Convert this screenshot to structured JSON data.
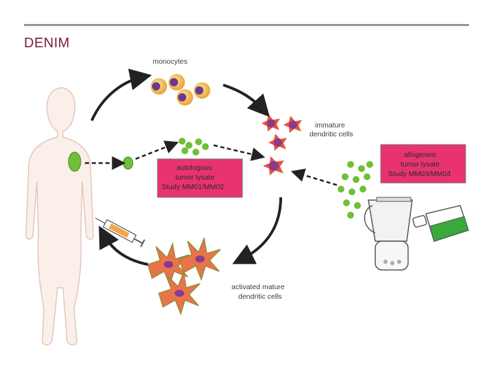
{
  "header": {
    "title": "DENIM"
  },
  "labels": {
    "monocytes": "monocytes",
    "immature": [
      "immature",
      "dendritic cells"
    ],
    "activated": [
      "activated mature",
      "dendritic cells"
    ]
  },
  "boxes": {
    "autologous": [
      "autologous",
      "tumor lysate",
      "Study MM01/MM02"
    ],
    "allogeneic": [
      "allogeneic",
      "tumor lysate",
      "Study MM03/MM04"
    ]
  },
  "colors": {
    "title": "#7a1a3c",
    "box_fill": "#e8336f",
    "tumor_green": "#6fbf3a",
    "dc_orange": "#e8533a",
    "cell_purple": "#8a3a8c",
    "monocyte_yellow": "#f2b84a",
    "body_fill": "#fbefea",
    "arrow": "#222222"
  }
}
